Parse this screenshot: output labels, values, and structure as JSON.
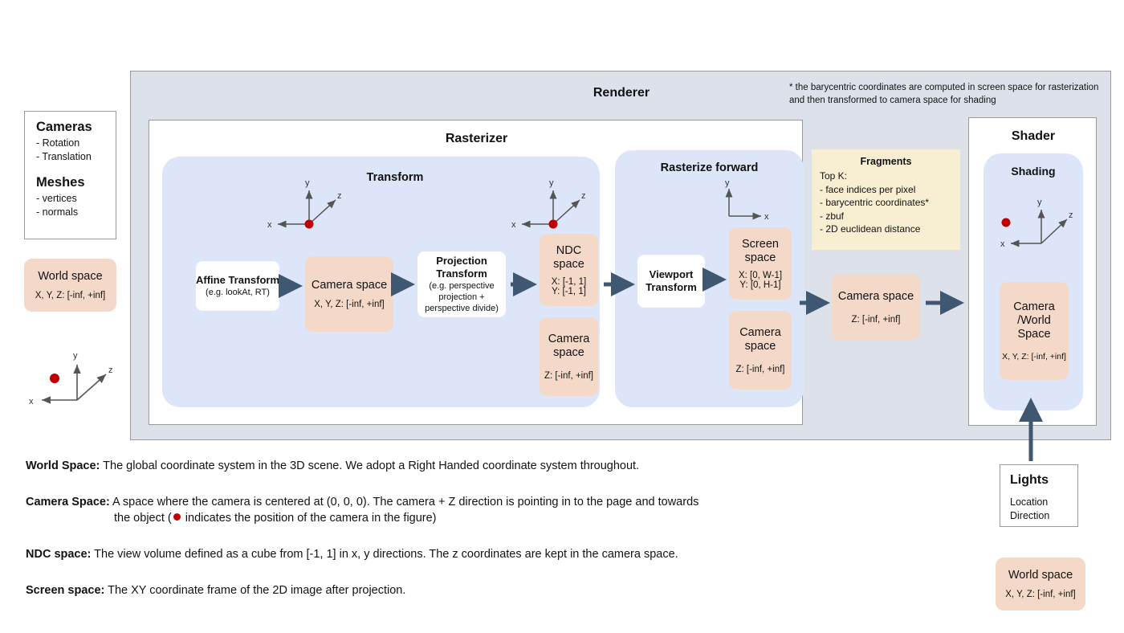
{
  "renderer": {
    "title": "Renderer",
    "footnote": "* the barycentric coordinates are computed in screen space for rasterization and then transformed to camera space for shading"
  },
  "inputs": {
    "cameras_heading": "Cameras",
    "cameras_items": [
      "- Rotation",
      "- Translation"
    ],
    "meshes_heading": "Meshes",
    "meshes_items": [
      "- vertices",
      "- normals"
    ]
  },
  "world_space_left": {
    "name": "World space",
    "range": "X, Y, Z: [-inf, +inf]"
  },
  "rasterizer": {
    "title": "Rasterizer",
    "transform": {
      "title": "Transform",
      "affine": {
        "title": "Affine Transform",
        "sub": "(e.g. lookAt, RT)"
      },
      "camera_space": {
        "name": "Camera space",
        "range": "X, Y, Z: [-inf, +inf]"
      },
      "projection": {
        "title": "Projection Transform",
        "sub": "(e.g. perspective projection + perspective divide)"
      },
      "ndc_space": {
        "name": "NDC space",
        "range_x": "X: [-1, 1]",
        "range_y": "Y: [-1, 1]"
      },
      "camera_space_2": {
        "name": "Camera space",
        "range": "Z: [-inf, +inf]"
      }
    },
    "rasterize_forward": {
      "title": "Rasterize forward",
      "viewport": {
        "title": "Viewport Transform"
      },
      "screen_space": {
        "name": "Screen space",
        "range_x": "X: [0, W-1]",
        "range_y": "Y: [0,  H-1]"
      },
      "camera_space": {
        "name": "Camera space",
        "range": "Z: [-inf, +inf]"
      }
    }
  },
  "fragments": {
    "title": "Fragments",
    "lines": [
      "Top K:",
      "- face indices per pixel",
      "- barycentric coordinates*",
      "- zbuf",
      "- 2D euclidean distance"
    ]
  },
  "camera_space_mid": {
    "name": "Camera space",
    "range": "Z: [-inf, +inf]"
  },
  "shader": {
    "title": "Shader",
    "shading_title": "Shading",
    "camera_world": {
      "name_line1": "Camera",
      "name_line2": "/World",
      "name_line3": "Space",
      "range": "X, Y, Z: [-inf, +inf]"
    }
  },
  "lights": {
    "title": "Lights",
    "items": [
      "Location",
      "Direction"
    ]
  },
  "world_space_right": {
    "name": "World space",
    "range": "X, Y, Z: [-inf, +inf]"
  },
  "axis_labels": {
    "x": "x",
    "y": "y",
    "z": "z"
  },
  "descriptions": [
    {
      "term": "World Space:",
      "text": " The global coordinate system in the 3D scene. We adopt a Right Handed coordinate system throughout."
    },
    {
      "term": "Camera Space:",
      "text": " A space where the camera is centered at (0, 0, 0). The camera + Z direction is pointing in to the page and towards",
      "text2_pre": "the object (",
      "text2_post": " indicates the position of the camera in the figure)"
    },
    {
      "term": "NDC space:",
      "text": " The view volume defined as a cube from [-1, 1] in x, y directions. The z coordinates are kept in the camera space."
    },
    {
      "term": "Screen space:",
      "text": " The XY coordinate frame of the 2D image after projection."
    }
  ],
  "colors": {
    "renderer_bg": "#dde1e9",
    "panel_blue": "#dce6f8",
    "space_peach": "#f4d9c8",
    "fragments_bg": "#f8eed1",
    "arrow": "#3f5770",
    "camera_dot": "#c00000"
  }
}
